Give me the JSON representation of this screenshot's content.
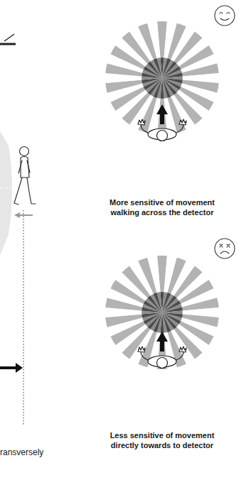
{
  "diagram": {
    "labels": [
      "More sensitive of movement walking across the detector",
      "Less sensitive of movement directly towards to detector",
      "ransversely"
    ]
  }
}
